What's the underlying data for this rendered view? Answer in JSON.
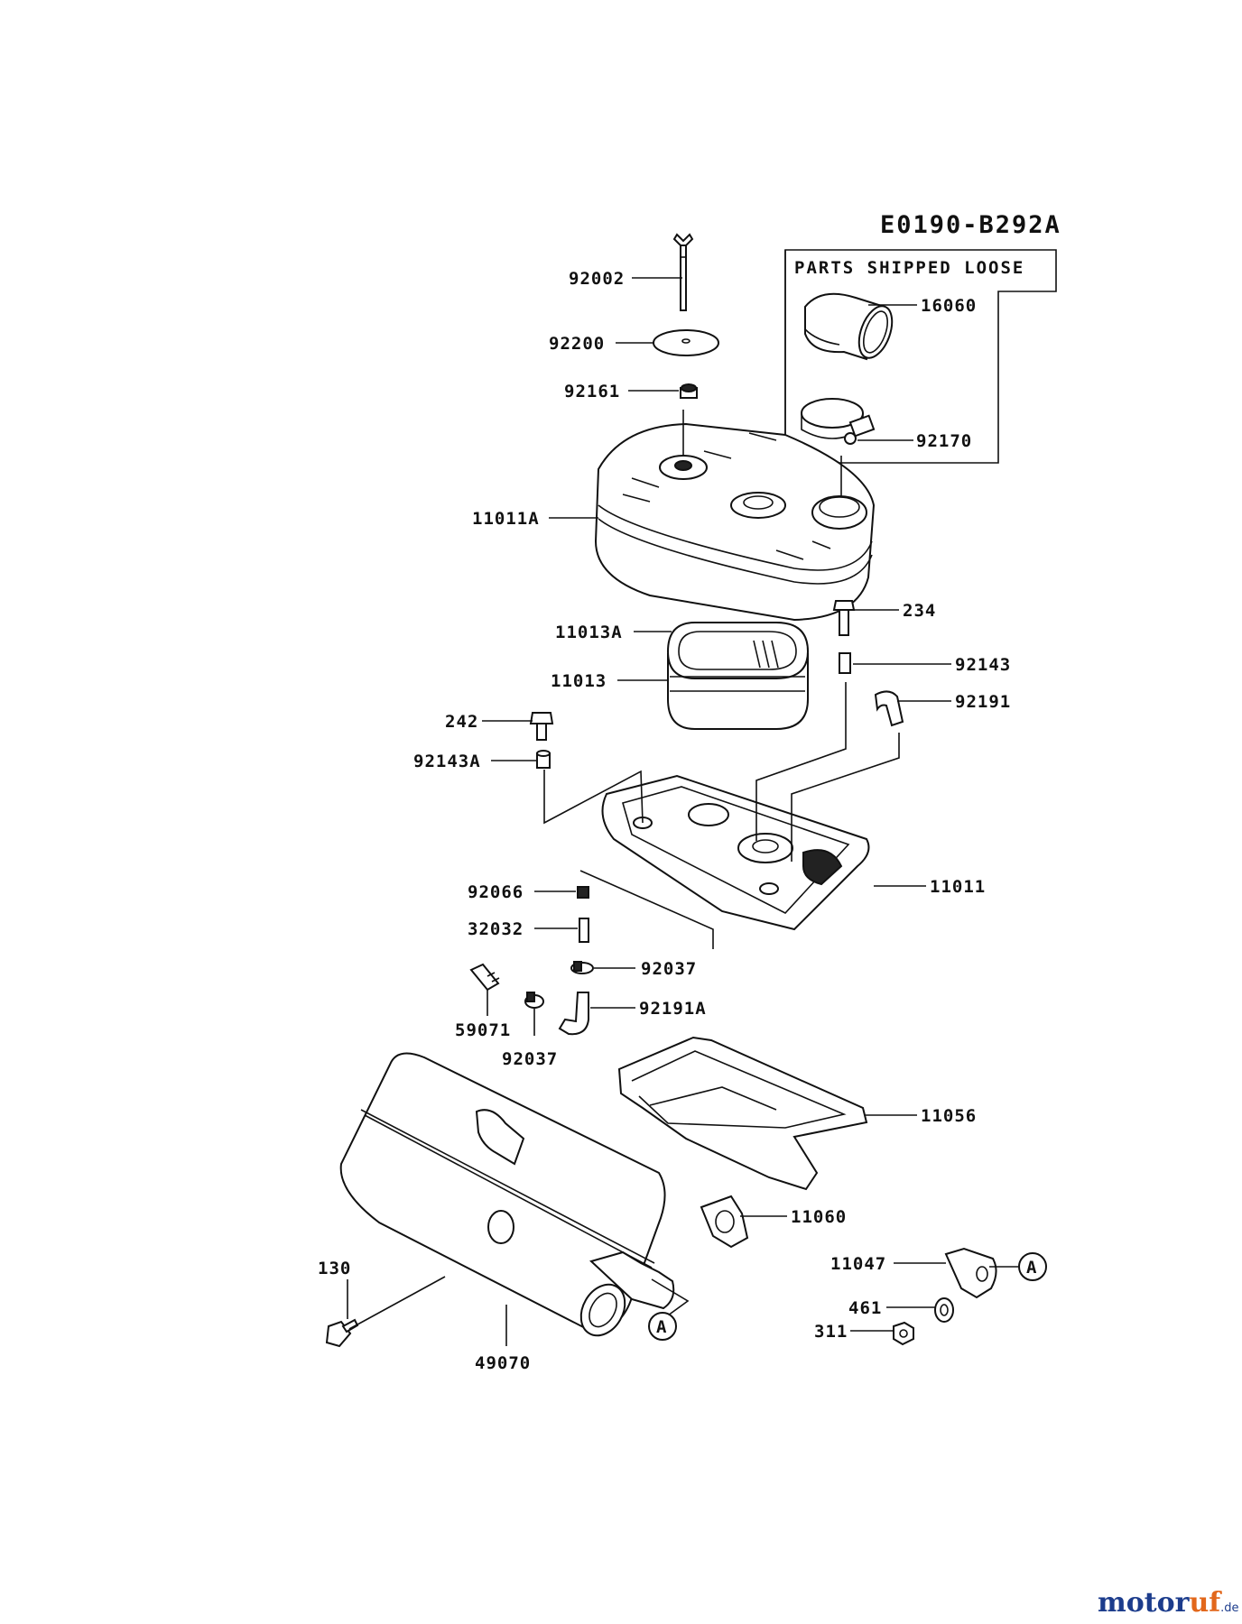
{
  "diagram_code": "E0190-B292A",
  "loose_parts_box": {
    "title": "PARTS SHIPPED LOOSE"
  },
  "callouts": [
    {
      "id": "92002",
      "text": "92002"
    },
    {
      "id": "92200",
      "text": "92200"
    },
    {
      "id": "92161",
      "text": "92161"
    },
    {
      "id": "11011A",
      "text": "11011A"
    },
    {
      "id": "16060",
      "text": "16060"
    },
    {
      "id": "92170",
      "text": "92170"
    },
    {
      "id": "234",
      "text": "234"
    },
    {
      "id": "11013A",
      "text": "11013A"
    },
    {
      "id": "11013",
      "text": "11013"
    },
    {
      "id": "92143",
      "text": "92143"
    },
    {
      "id": "92191",
      "text": "92191"
    },
    {
      "id": "242",
      "text": "242"
    },
    {
      "id": "92143A",
      "text": "92143A"
    },
    {
      "id": "11011",
      "text": "11011"
    },
    {
      "id": "92066",
      "text": "92066"
    },
    {
      "id": "32032",
      "text": "32032"
    },
    {
      "id": "92037a",
      "text": "92037"
    },
    {
      "id": "92191A",
      "text": "92191A"
    },
    {
      "id": "59071",
      "text": "59071"
    },
    {
      "id": "92037b",
      "text": "92037"
    },
    {
      "id": "11056",
      "text": "11056"
    },
    {
      "id": "11060",
      "text": "11060"
    },
    {
      "id": "11047",
      "text": "11047"
    },
    {
      "id": "461",
      "text": "461"
    },
    {
      "id": "311",
      "text": "311"
    },
    {
      "id": "130",
      "text": "130"
    },
    {
      "id": "49070",
      "text": "49070"
    }
  ],
  "reference_markers": [
    {
      "id": "A1",
      "text": "A"
    },
    {
      "id": "A2",
      "text": "A"
    }
  ],
  "watermark": {
    "part1": "motor",
    "part2": "uf",
    "suffix": ".de"
  }
}
